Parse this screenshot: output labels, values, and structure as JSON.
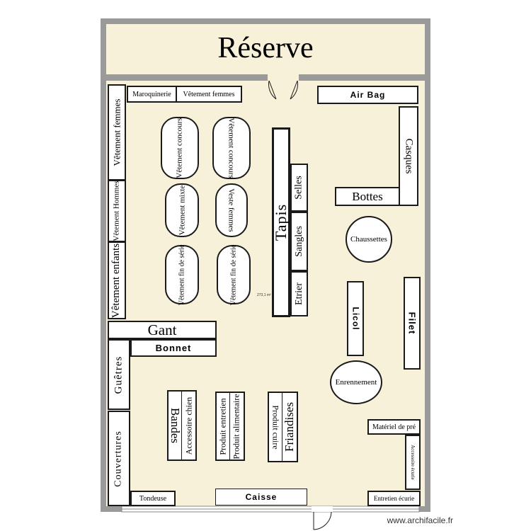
{
  "colors": {
    "wall": "#9a9a9a",
    "floor": "#f7f1d9",
    "outline": "#1a1a1a"
  },
  "reserve": {
    "label": "Réserve"
  },
  "area": {
    "label": "273,1 m²"
  },
  "watermark": "www.archifacile.fr",
  "fixtures": {
    "maroquinerie": "Maroquinerie",
    "vetement_femmes_top": "Vêtement femmes",
    "air_bag": "Air Bag",
    "casques": "Casques",
    "bottes": "Bottes",
    "vetement_femmes_side": "Vêtement femmes",
    "vetement_hommes": "Vêtement Hommes",
    "vetement_enfants": "Vêtement enfants",
    "vetement_concours_1": "Vêtement concours",
    "vetement_concours_2": "Vêtement concours",
    "vetement_mixte": "Vêtement mixte",
    "veste_femmes": "Veste femmes",
    "vetement_fin_serie_1": "Vêtement fin de série",
    "vetement_fin_serie_2": "Vêtement fin de série",
    "tapis": "Tapis",
    "selles": "Selles",
    "sangles": "Sangles",
    "etrier": "Etrier",
    "chaussettes": "Chaussettes",
    "licol": "Licol",
    "filet": "Filet",
    "enrennement": "Enrennement",
    "gant": "Gant",
    "bonnet": "Bonnet",
    "guetres": "Guêtres",
    "couvertures": "Couvertures",
    "bandes": "Bandes",
    "accessoire_chien": "Accessoire chien",
    "produit_entretien": "Produit entretien",
    "produit_alimentaire": "Produit alimentaire",
    "produit_cuire": "Produit cuire",
    "friandises": "Friandises",
    "materiel_de_pre": "Matériel de pré",
    "accessoire_ecurie": "Accessoire écurie",
    "entretien_ecurie": "Entretien écurie",
    "tondeuse": "Tondeuse",
    "caisse": "Caisse"
  }
}
